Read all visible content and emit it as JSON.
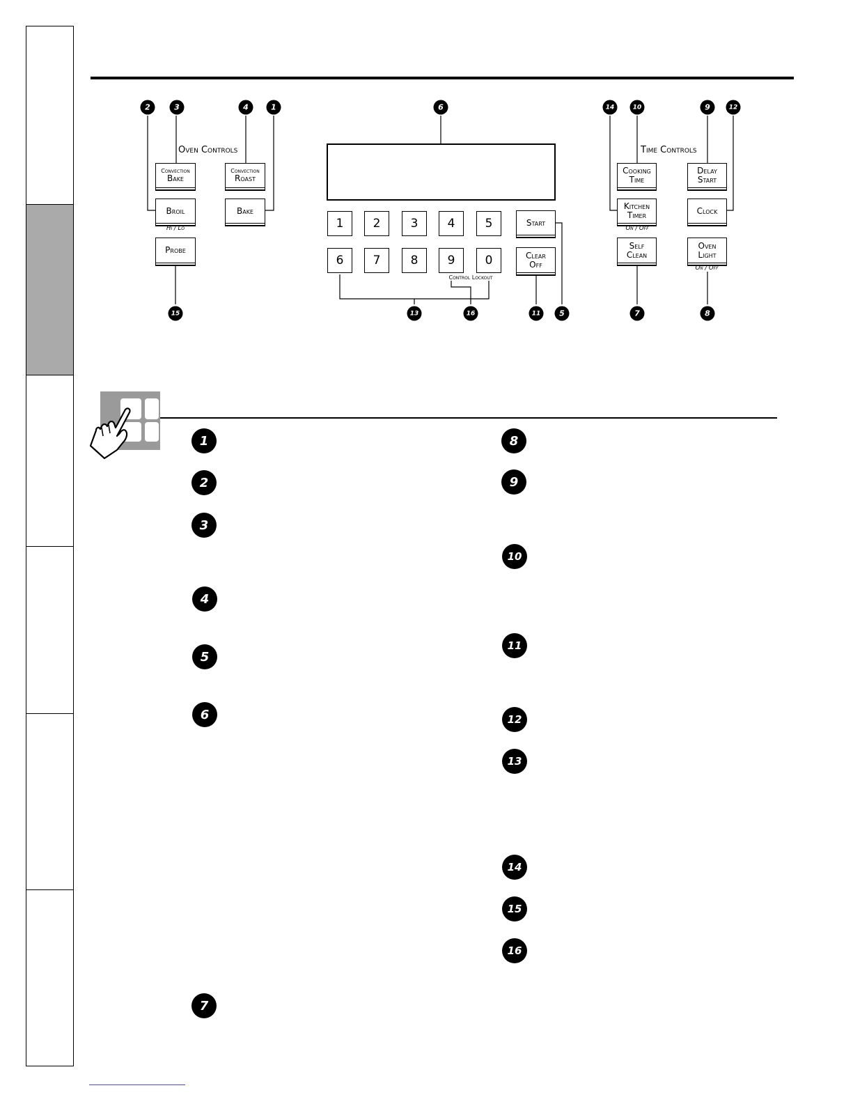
{
  "side_tabs": [
    "",
    "",
    "",
    "",
    "",
    ""
  ],
  "oven_controls": {
    "label": "Oven Controls",
    "buttons": {
      "convection_bake": {
        "small": "Convection",
        "big": "Bake"
      },
      "convection_roast": {
        "small": "Convection",
        "big": "Roast"
      },
      "broil": {
        "line1": "Broil"
      },
      "bake": {
        "line1": "Bake"
      },
      "probe": {
        "line1": "Probe"
      }
    },
    "broil_sub": "Hi / Lo"
  },
  "time_controls": {
    "label": "Time Controls",
    "buttons": {
      "cooking_time": {
        "line1": "Cooking",
        "line2": "Time"
      },
      "delay_start": {
        "line1": "Delay",
        "line2": "Start"
      },
      "kitchen_timer": {
        "line1": "Kitchen",
        "line2": "Timer"
      },
      "clock": {
        "line1": "Clock"
      },
      "self_clean": {
        "line1": "Self",
        "line2": "Clean"
      },
      "oven_light": {
        "line1": "Oven",
        "line2": "Light"
      }
    },
    "kitchen_timer_sub": "On / Off",
    "oven_light_sub": "On / Off"
  },
  "keypad": {
    "row1": [
      "1",
      "2",
      "3",
      "4",
      "5"
    ],
    "row2": [
      "6",
      "7",
      "8",
      "9",
      "0"
    ],
    "control_lockout": "Control Lockout",
    "start": {
      "line1": "Start"
    },
    "clear_off": {
      "line1": "Clear",
      "line2": "Off"
    }
  },
  "diagram_callouts": {
    "c2": "2",
    "c3": "3",
    "c4": "4",
    "c1": "1",
    "c6": "6",
    "c14": "14",
    "c10": "10",
    "c9": "9",
    "c12": "12",
    "c15": "15",
    "c13": "13",
    "c16": "16",
    "c11": "11",
    "c5": "5",
    "c7": "7",
    "c8": "8"
  },
  "list_markers": {
    "left": [
      "1",
      "2",
      "3",
      "4",
      "5",
      "6",
      "7"
    ],
    "right": [
      "8",
      "9",
      "10",
      "11",
      "12",
      "13",
      "14",
      "15",
      "16"
    ]
  }
}
